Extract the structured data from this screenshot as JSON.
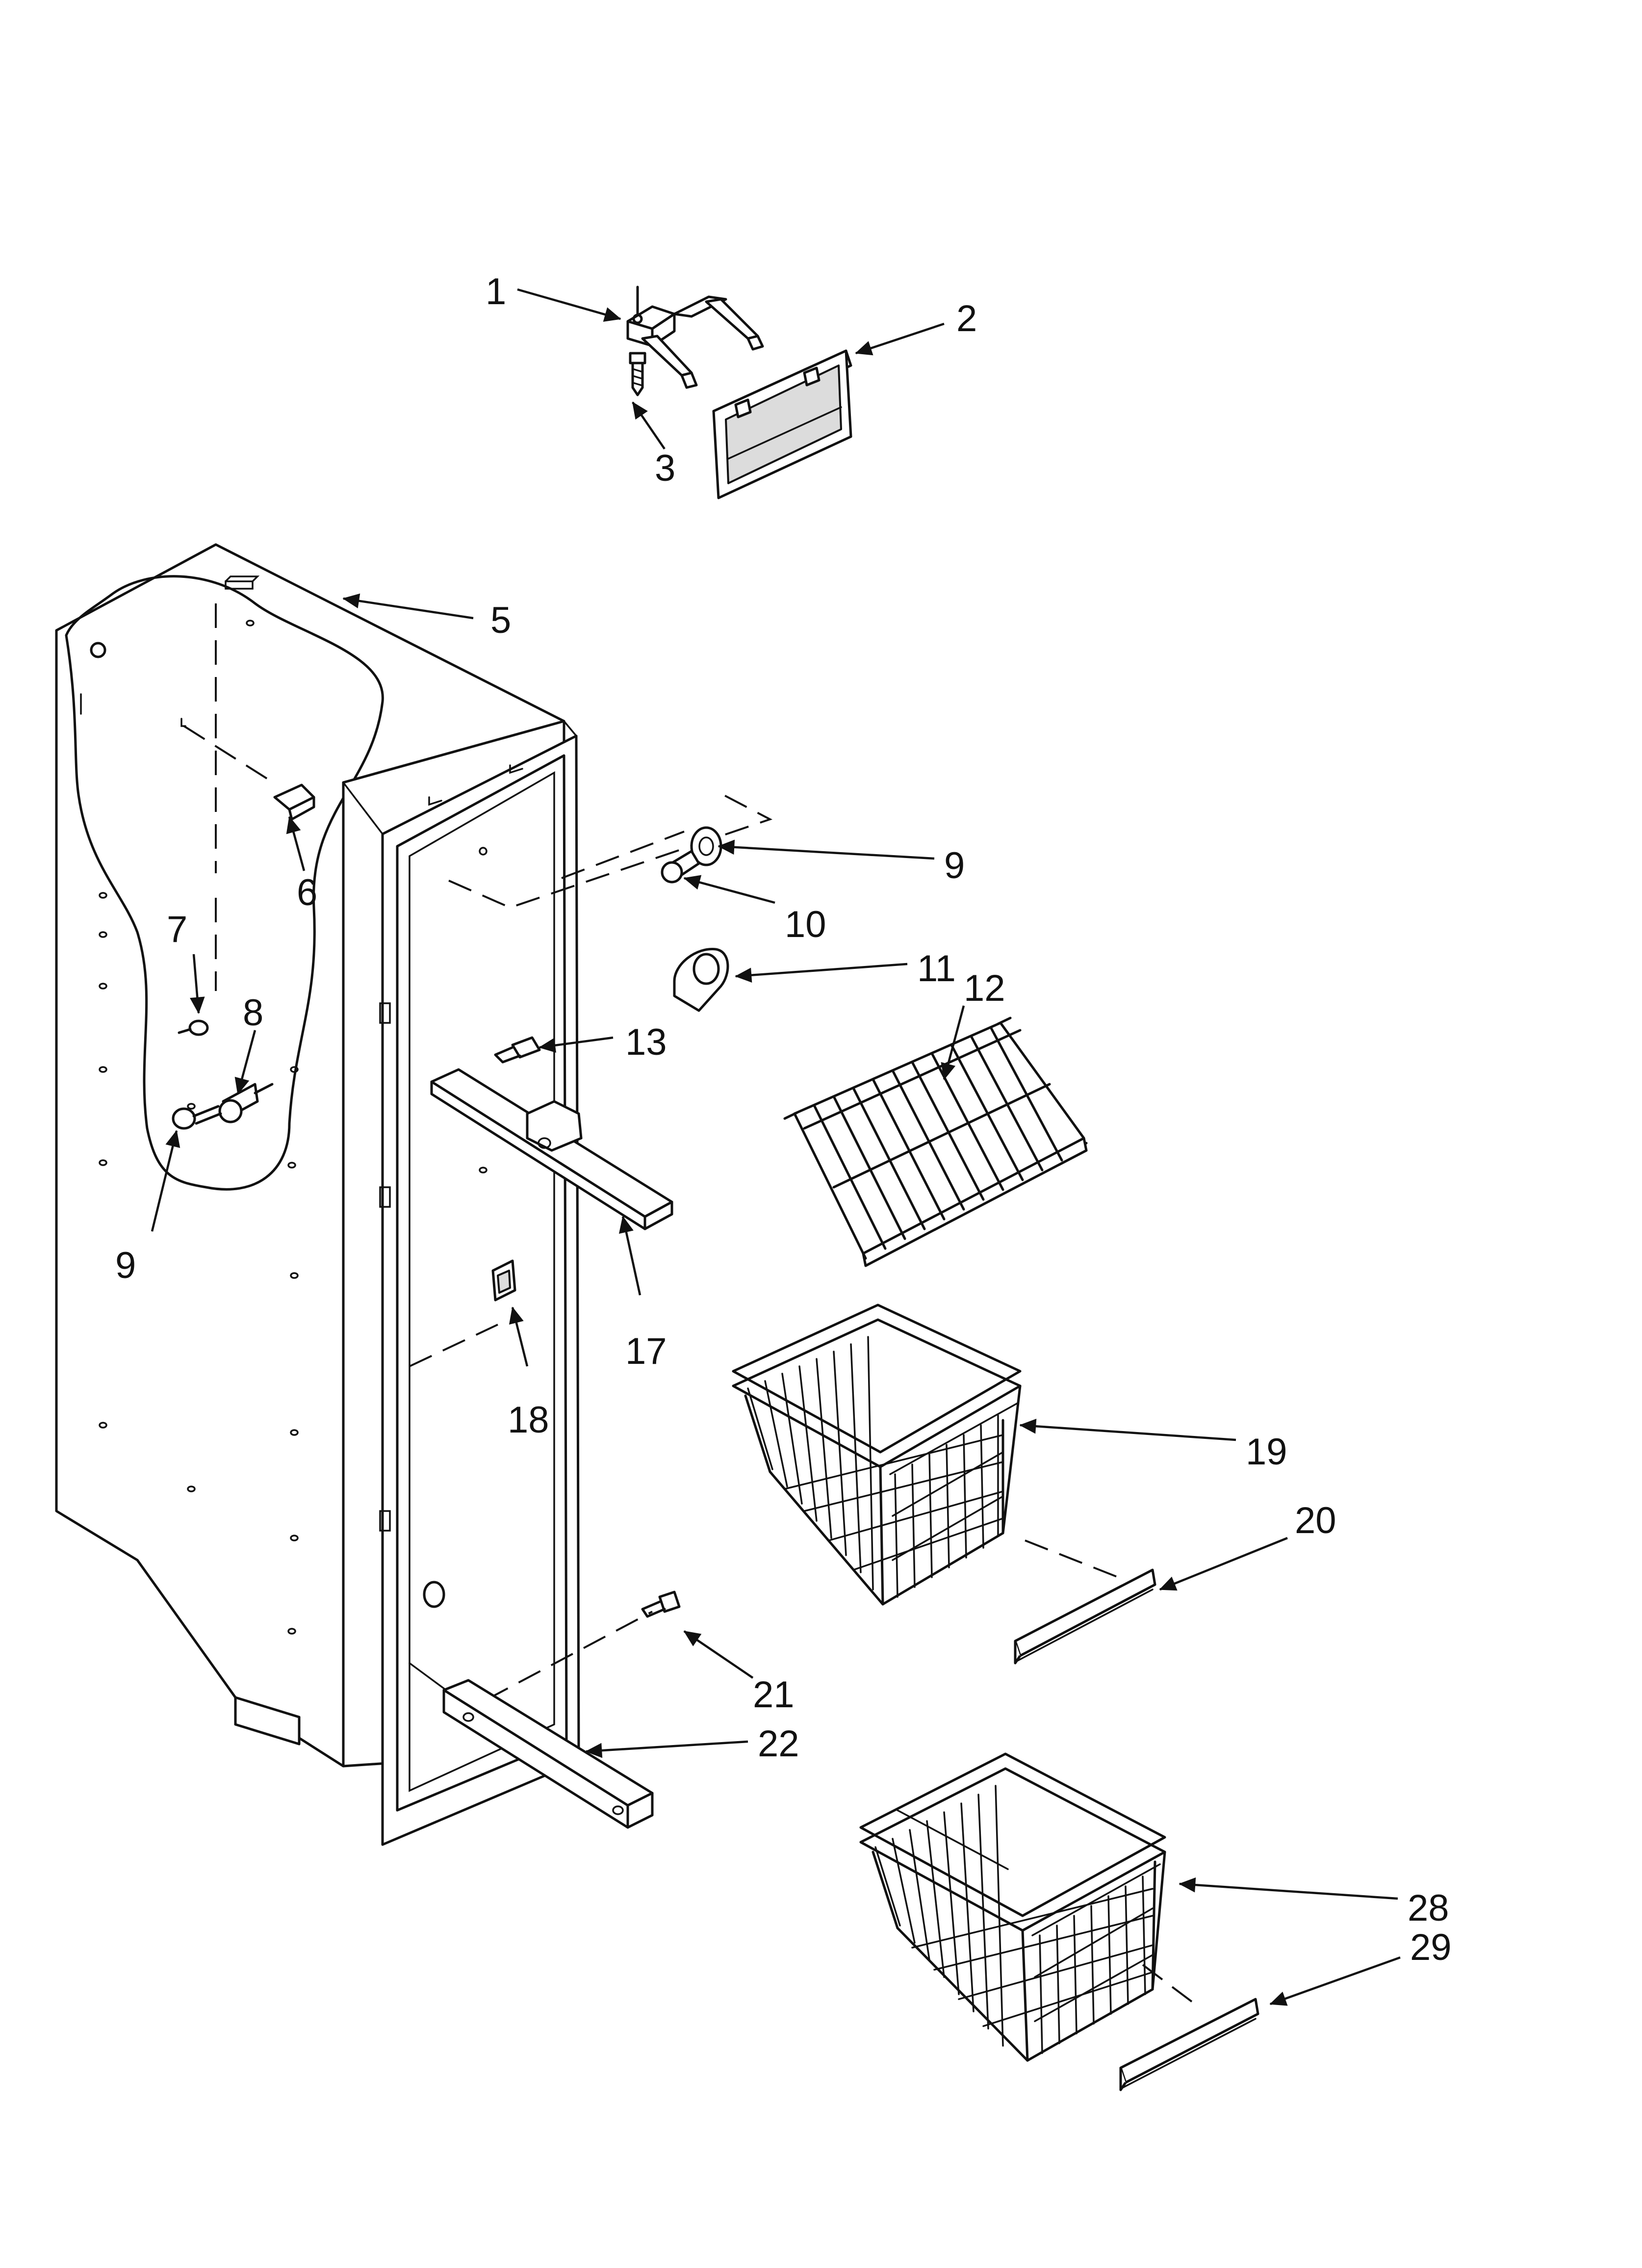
{
  "diagram": {
    "callouts": [
      "1",
      "2",
      "3",
      "5",
      "6",
      "7",
      "8",
      "9",
      "9",
      "10",
      "11",
      "12",
      "13",
      "17",
      "18",
      "19",
      "20",
      "21",
      "22",
      "28",
      "29"
    ]
  }
}
